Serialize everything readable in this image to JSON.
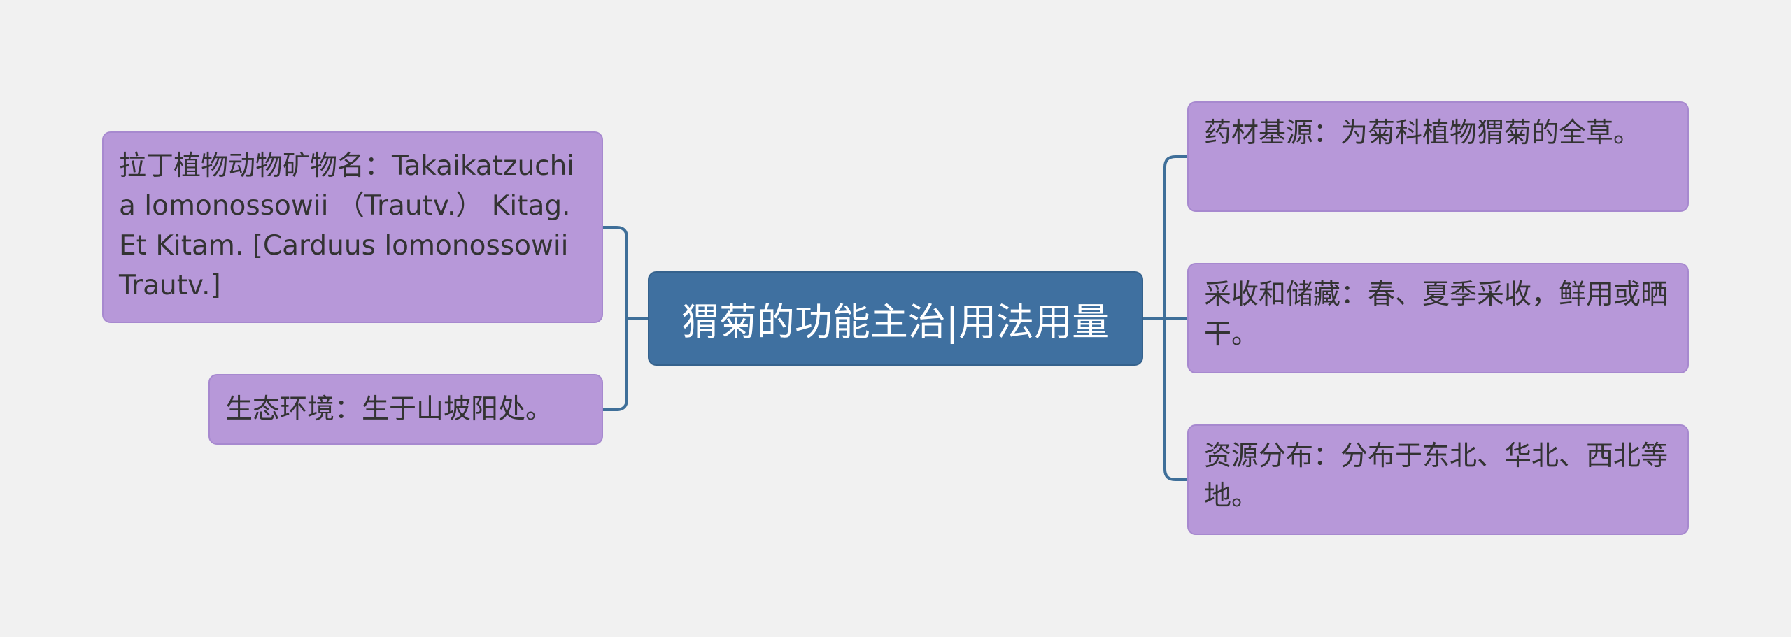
{
  "mindmap": {
    "root": {
      "title": "猬菊的功能主治|用法用量"
    },
    "left_branches": [
      {
        "text": "拉丁植物动物矿物名：Takaikatzuchia lomonossowii （Trautv.） Kitag. Et Kitam. [Carduus lomonossowii Trautv.]"
      },
      {
        "text": "生态环境：生于山坡阳处。"
      }
    ],
    "right_branches": [
      {
        "text": "药材基源：为菊科植物猬菊的全草。"
      },
      {
        "text": "采收和储藏：春、夏季采收，鲜用或晒干。"
      },
      {
        "text": "资源分布：分布于东北、华北、西北等地。"
      }
    ]
  },
  "colors": {
    "background": "#f1f1f1",
    "root_fill": "#3f70a0",
    "leaf_fill": "#b798d9",
    "connector": "#3f6f99"
  }
}
